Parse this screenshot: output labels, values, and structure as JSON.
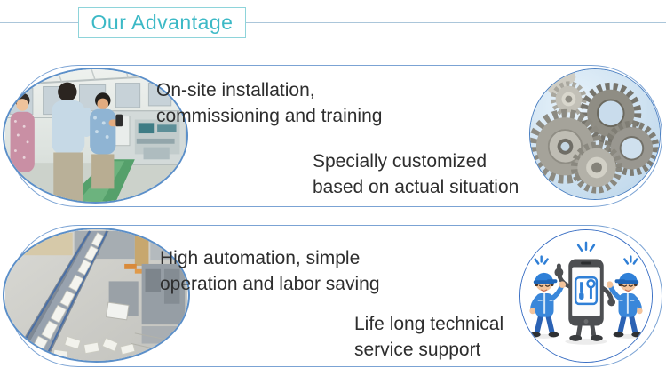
{
  "colors": {
    "accent_teal": "#3cb9c6",
    "teal_border": "#8ed4da",
    "header_rule_blue": "#abc6da",
    "capsule_blue": "#7ba3d4",
    "photo_border_blue": "#4a7fc1",
    "body_text": "#2e2e2e"
  },
  "header": {
    "title": "Our Advantage"
  },
  "rows": [
    {
      "left_image": {
        "name": "factory-visit-photo",
        "label": "Customers and engineer beside machine in workshop"
      },
      "right_image": {
        "name": "metal-gears-photo",
        "label": "Stack of metal gears"
      },
      "text_blocks": [
        {
          "line1": "On-site installation,",
          "line2": "commissioning and training"
        },
        {
          "line1": "Specially customized",
          "line2": "based on actual situation"
        }
      ]
    },
    {
      "left_image": {
        "name": "production-line-photo",
        "label": "Automated production line with conveyor"
      },
      "right_image": {
        "name": "technical-support-cartoon",
        "label": "Two cartoon technicians beside smartphone with tools icon"
      },
      "text_blocks": [
        {
          "line1": "High automation, simple",
          "line2": "operation and labor saving"
        },
        {
          "line1": "Life long technical",
          "line2": "service support"
        }
      ]
    }
  ]
}
